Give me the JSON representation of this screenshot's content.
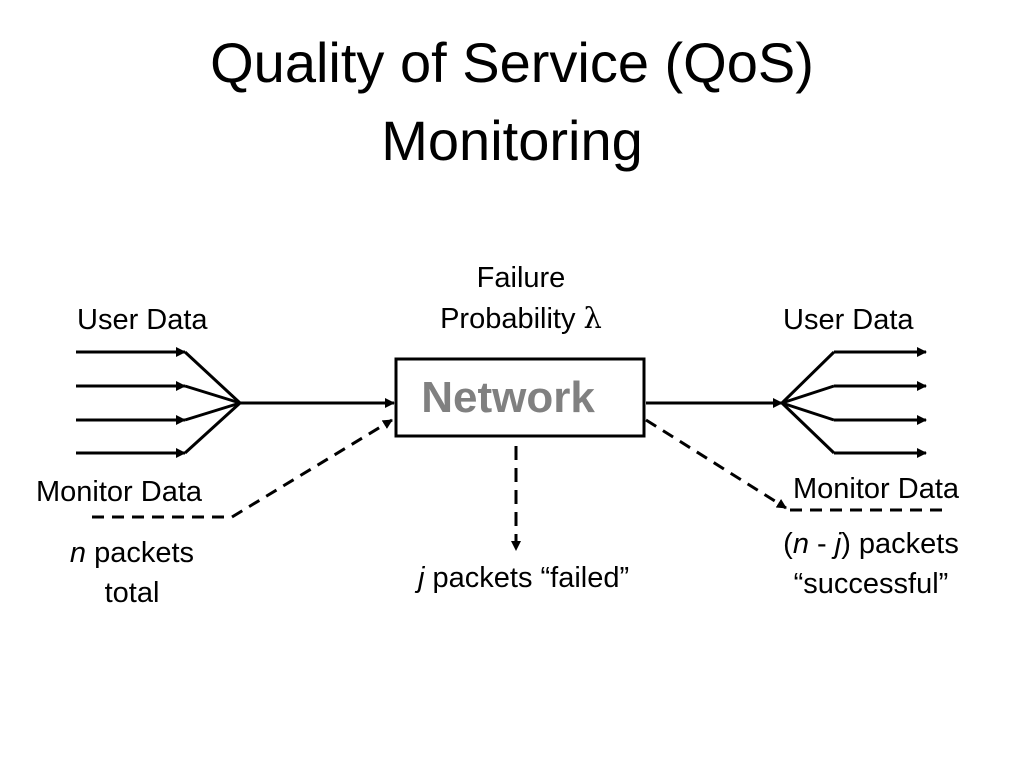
{
  "title": {
    "line1": "Quality of Service (QoS)",
    "line2": "Monitoring"
  },
  "network": {
    "label": "Network",
    "failure_label_line1": "Failure",
    "failure_label_line2": "Probability",
    "failure_symbol": "λ"
  },
  "left": {
    "user_data_label": "User Data",
    "monitor_data_label": "Monitor Data",
    "packets_var": "n",
    "packets_word": " packets",
    "packets_total": "total"
  },
  "bottom": {
    "failed_var": "j",
    "failed_text": " packets “failed”"
  },
  "right": {
    "user_data_label": "User Data",
    "monitor_data_label": "Monitor Data",
    "open_paren": "(",
    "n_var": "n",
    "minus": " - ",
    "j_var": "j",
    "close_text": ") packets",
    "successful": "“successful”"
  },
  "colors": {
    "line": "#000000",
    "network_text": "#808080"
  }
}
